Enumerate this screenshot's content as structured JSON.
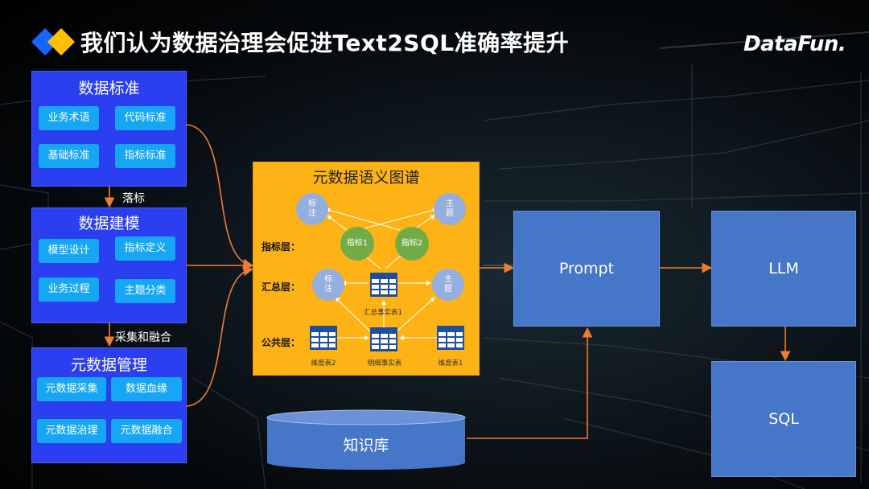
{
  "header": {
    "title": "我们认为数据治理会促进Text2SQL准确率提升",
    "brand": "DataFun."
  },
  "panels": {
    "standard": {
      "title": "数据标准",
      "items": [
        "业务术语",
        "代码标准",
        "基础标准",
        "指标标准"
      ]
    },
    "modeling": {
      "title": "数据建模",
      "items": [
        "模型设计",
        "指标定义",
        "业务过程",
        "主题分类"
      ]
    },
    "metadata": {
      "title": "元数据管理",
      "items": [
        "元数据采集",
        "数据血缘",
        "元数据治理",
        "元数据融合"
      ]
    }
  },
  "connectors": {
    "standard_to_modeling": "落标",
    "modeling_to_metadata": "采集和融合"
  },
  "semantic_graph": {
    "title": "元数据语义图谱",
    "layers": {
      "indicator": "指标层：",
      "summary": "汇总层：",
      "public": "公共层："
    },
    "nodes": {
      "tag_top": "标注",
      "topic_top": "主题",
      "indicator1": "指标1",
      "indicator2": "指标2",
      "tag_mid": "标注",
      "topic_mid": "主题",
      "summary_fact": "汇总事实表1",
      "dim2": "维度表2",
      "detail_fact": "明细事实表",
      "dim1": "维度表1"
    }
  },
  "knowledge_base": "知识库",
  "flow": {
    "prompt": "Prompt",
    "llm": "LLM",
    "sql": "SQL"
  },
  "colors": {
    "panel": "#2b3ff0",
    "chip": "#15a7f4",
    "graph": "#fdb316",
    "flow_box": "#4676c8",
    "arrow": "#ed7d31",
    "logo_blue": "#1565ff",
    "logo_yellow": "#ffc000"
  }
}
